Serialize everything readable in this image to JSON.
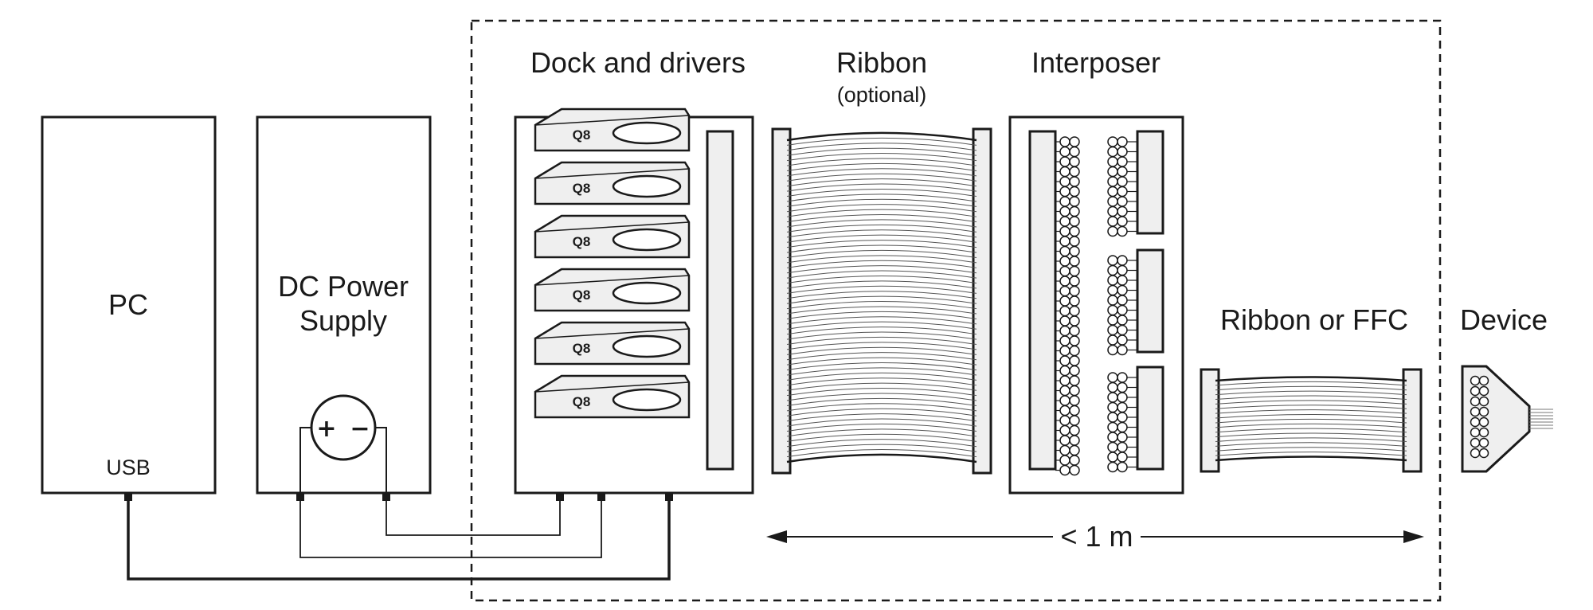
{
  "labels": {
    "pc": "PC",
    "usb": "USB",
    "power_line1": "DC Power",
    "power_line2": "Supply",
    "plus": "+",
    "minus": "−",
    "dock": "Dock and drivers",
    "driver_label": "Q8",
    "ribbon": "Ribbon",
    "ribbon_optional": "(optional)",
    "interposer": "Interposer",
    "ribbon_ffc": "Ribbon or FFC",
    "device": "Device",
    "distance": "< 1 m"
  },
  "colors": {
    "stroke": "#1a1a1a",
    "fill_light": "#efefef",
    "fill_white": "#ffffff",
    "wire": "#555555"
  },
  "icons": {
    "distance_arrow": "double-headed-arrow-icon",
    "power_symbol": "polarity-circle-icon"
  }
}
